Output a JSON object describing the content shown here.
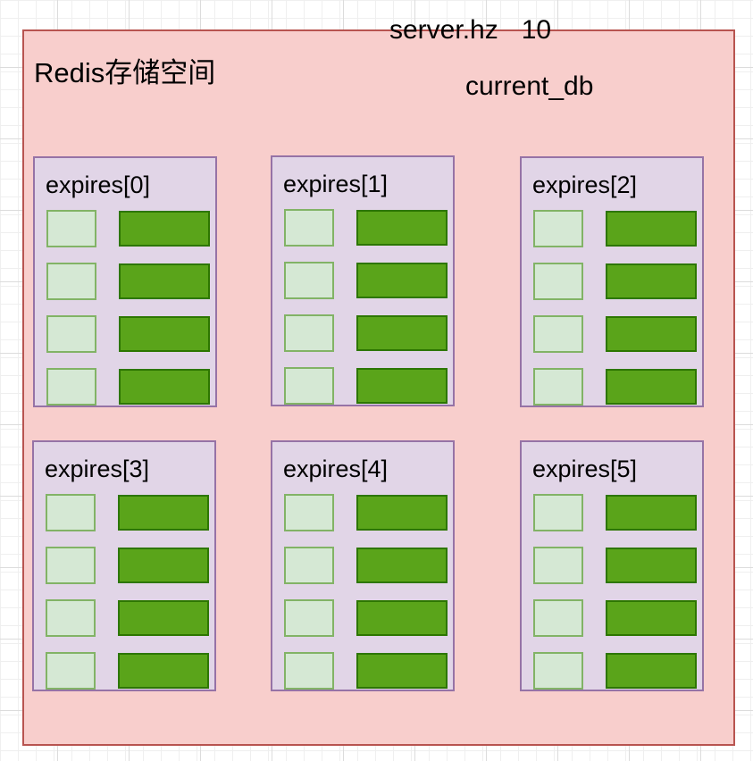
{
  "diagram": {
    "workspace_title": "Redis存储空间",
    "server_hz": {
      "label": "server.hz",
      "value": "10"
    },
    "current_db_label": "current_db"
  },
  "hash_tables": [
    {
      "label": "expires[0]"
    },
    {
      "label": "expires[1]"
    },
    {
      "label": "expires[2]"
    },
    {
      "label": "expires[3]"
    },
    {
      "label": "expires[4]"
    },
    {
      "label": "expires[5]"
    }
  ],
  "entries_per_table": 4,
  "colors": {
    "container-fill": "#F8CECC",
    "container-border": "#B85450",
    "table-fill": "#E1D5E7",
    "table-border": "#9673A6",
    "key-fill": "#D5E8D4",
    "key-border": "#82B366",
    "value-fill": "#5AA41A",
    "value-border": "#2D7600",
    "text-color": "#000000"
  }
}
